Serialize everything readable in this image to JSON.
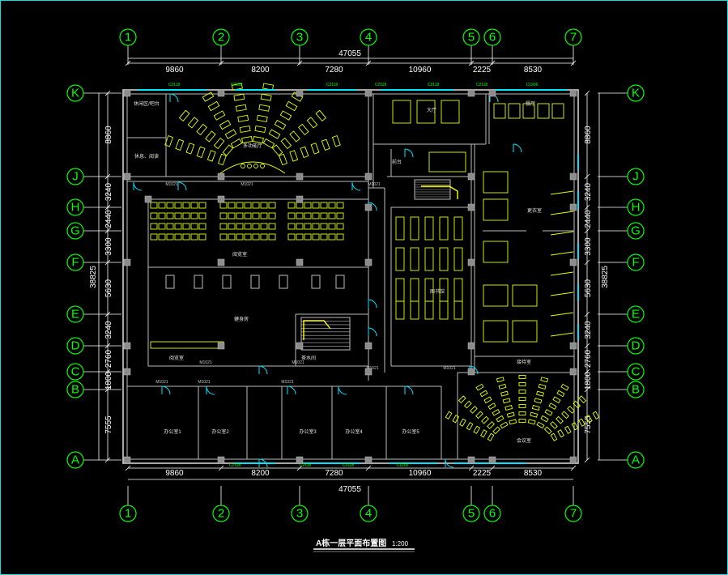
{
  "drawing": {
    "title": "A栋一层平面布置图",
    "scale": "1:200"
  },
  "grid_cols": [
    "1",
    "2",
    "3",
    "4",
    "5",
    "6",
    "7"
  ],
  "grid_rows": [
    "K",
    "J",
    "H",
    "G",
    "F",
    "E",
    "D",
    "C",
    "B",
    "A"
  ],
  "dims_horizontal": [
    "9860",
    "8200",
    "7280",
    "10960",
    "2225",
    "8530"
  ],
  "dims_horizontal_total": "47055",
  "dims_vertical": [
    "8860",
    "3240",
    "2440",
    "3300",
    "5630",
    "3240",
    "2760",
    "1800",
    "7555"
  ],
  "dims_vertical_total": "38825",
  "rooms": [
    {
      "id": "r1",
      "label": "休闲区/吧台"
    },
    {
      "id": "r2",
      "label": "多功能厅"
    },
    {
      "id": "r3",
      "label": "休息、阅读"
    },
    {
      "id": "r4",
      "label": "大厅"
    },
    {
      "id": "r5",
      "label": "餐厅"
    },
    {
      "id": "r6",
      "label": "前台"
    },
    {
      "id": "r7",
      "label": "阅览室"
    },
    {
      "id": "r8",
      "label": "图书馆"
    },
    {
      "id": "r9",
      "label": "健身房"
    },
    {
      "id": "r10",
      "label": "阅览室"
    },
    {
      "id": "r11",
      "label": "茶水间"
    },
    {
      "id": "r12",
      "label": "更衣室"
    },
    {
      "id": "r13",
      "label": "接待室"
    },
    {
      "id": "r14",
      "label": "会议室"
    },
    {
      "id": "r15",
      "label": "办公室1"
    },
    {
      "id": "r16",
      "label": "办公室2"
    },
    {
      "id": "r17",
      "label": "办公室3"
    },
    {
      "id": "r18",
      "label": "办公室4"
    },
    {
      "id": "r19",
      "label": "办公室5"
    }
  ],
  "window_tags": [
    "C2118",
    "C2118",
    "C2118",
    "C2118",
    "C2118",
    "C2118",
    "C1206",
    "C2118",
    "C2118",
    "C2118",
    "C1206"
  ],
  "door_tags": [
    "M1021",
    "M1021",
    "M1021",
    "M1021",
    "M1021",
    "M1021",
    "M1021",
    "M1021",
    "M1021",
    "M1021"
  ],
  "colors": {
    "axis": "#00ff00",
    "wall": "#d0d0d0",
    "furniture": "#e0ff00",
    "window": "#00e5ff",
    "column": "#8c8c8c",
    "background": "#000000",
    "frame": "#00e5e5"
  }
}
